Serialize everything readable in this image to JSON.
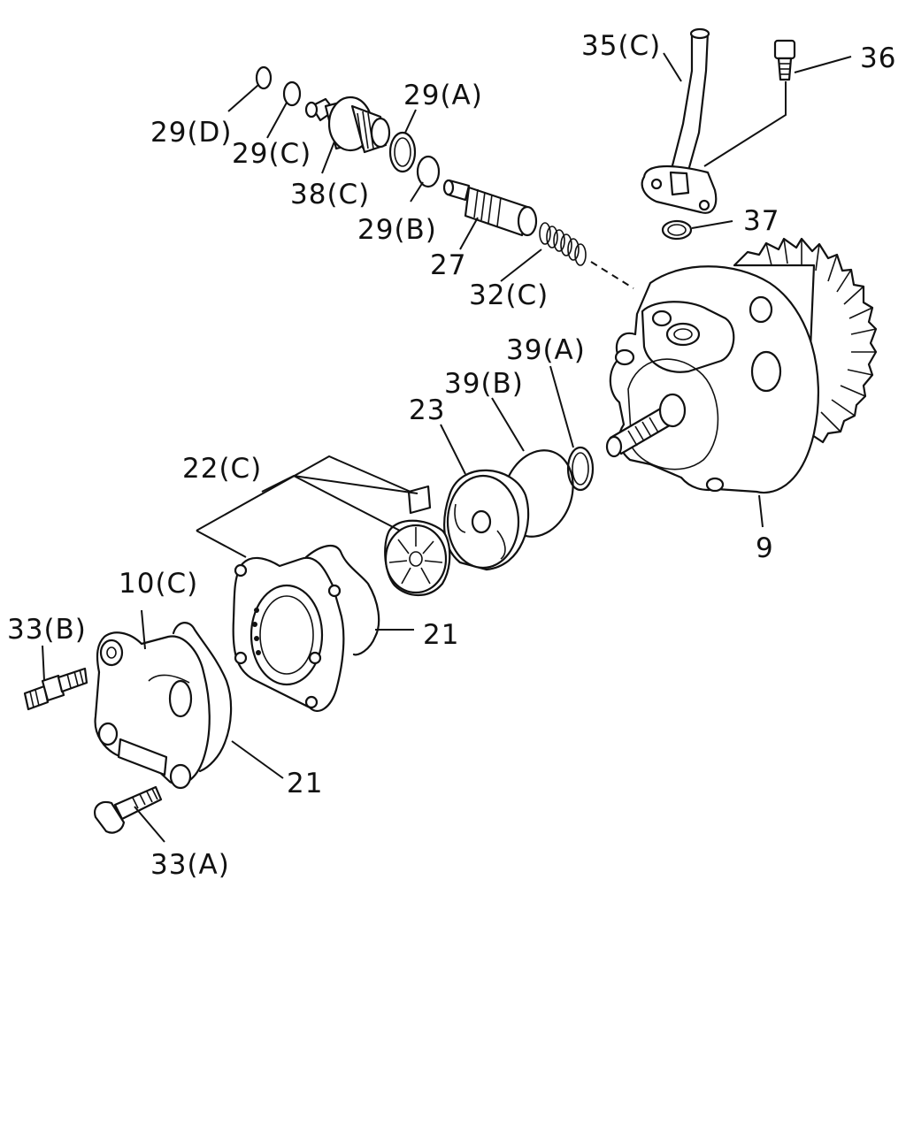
{
  "callouts": {
    "c35c": "35(C)",
    "c36": "36",
    "c29a": "29(A)",
    "c29d": "29(D)",
    "c29c": "29(C)",
    "c38c": "38(C)",
    "c29b": "29(B)",
    "c37": "37",
    "c27": "27",
    "c32c": "32(C)",
    "c39a": "39(A)",
    "c39b": "39(B)",
    "c23": "23",
    "c22c": "22(C)",
    "c9": "9",
    "c10c": "10(C)",
    "c33b": "33(B)",
    "c21_upper": "21",
    "c21_lower": "21",
    "c33a": "33(A)"
  }
}
